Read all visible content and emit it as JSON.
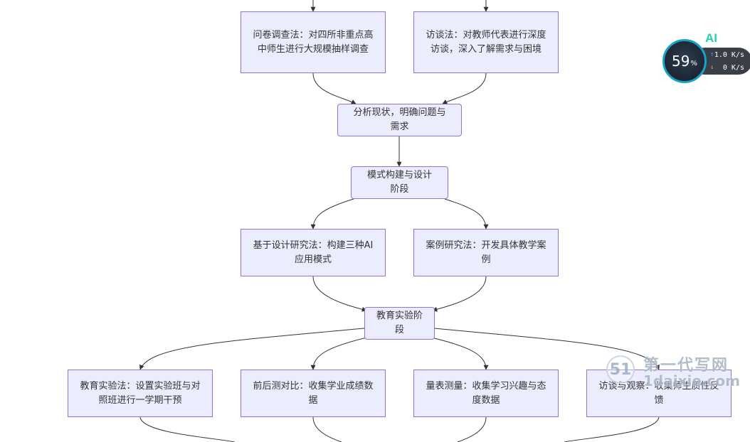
{
  "nodes": {
    "questionnaire": "问卷调查法：对四所非重点高中师生进行大规模抽样调查",
    "interview": "访谈法：对教师代表进行深度访谈，深入了解需求与困境",
    "analysis": "分析现状，明确问题与需求",
    "model_design": "模式构建与设计阶段",
    "design_research": "基于设计研究法：构建三种AI应用模式",
    "case_study": "案例研究法：开发具体教学案例",
    "experiment_phase": "教育实验阶段",
    "experiment_method": "教育实验法：设置实验班与对照班进行一学期干预",
    "pre_post": "前后测对比：收集学业成绩数据",
    "scale": "量表测量：收集学习兴趣与态度数据",
    "interview_obs": "访谈与观察：收集师生质性反馈"
  },
  "widget": {
    "ai_label": "AI",
    "percent": "59",
    "percent_sign": "%",
    "upload": "1.0 K/s",
    "download": "0 K/s",
    "load_fraction": 0.59
  },
  "watermark": {
    "logo": "51",
    "title": "第一代写网",
    "domain": "1daixie.com"
  },
  "colors": {
    "node_fill": "#ECECFF",
    "node_border": "#9370DB",
    "edge": "#333333",
    "accent": "#15a3c7"
  }
}
